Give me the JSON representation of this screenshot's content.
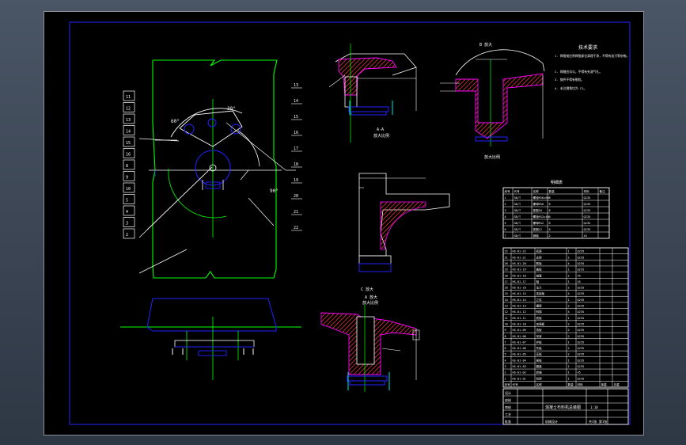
{
  "colors": {
    "background": "#000000",
    "frame": "#2222ff",
    "outline": "#ffffff",
    "green": "#00ff00",
    "cyan": "#00ffff",
    "magenta": "#ff00ff",
    "red": "#ff3333",
    "yellow": "#ffff00",
    "hatch": "#ff4040"
  },
  "angles": {
    "a60": "60°",
    "a30": "30°",
    "a90": "90°"
  },
  "left_numbers": [
    "11",
    "12",
    "13",
    "14",
    "15",
    "16",
    "8",
    "9",
    "10",
    "5",
    "4",
    "3",
    "2"
  ],
  "right_numbers": [
    "13",
    "14",
    "15",
    "16",
    "17",
    "18",
    "19",
    "20",
    "21",
    "22"
  ],
  "view_labels": {
    "section_top": "A-A",
    "section_top_sub": "放大比例",
    "section_top_right": "B 放大",
    "section_top_right_sub": "放大比例",
    "section_mid": "C 放大",
    "section_bottom": "A 放大",
    "section_bottom_sub": "放大比例"
  },
  "tech_requirements": {
    "title": "技术要求",
    "items": [
      "1. 焊接前应将焊接部位清理干净，不得有油污等杂物。",
      "2. 焊缝应均匀，不得有夹渣气孔。",
      "3. 铸件不得有裂纹。",
      "4. 未注倒角均为 C1。"
    ]
  },
  "parts_table": {
    "title": "明细表",
    "headers": [
      "序号",
      "代号",
      "名称",
      "数量",
      "材料",
      "备注"
    ],
    "rows": [
      [
        "1",
        "GB/T",
        "螺栓M16×60",
        "8",
        "Q235",
        ""
      ],
      [
        "2",
        "GB/T",
        "螺母M16",
        "8",
        "Q235",
        ""
      ],
      [
        "3",
        "GB/T",
        "垫圈16",
        "8",
        "Q235",
        ""
      ],
      [
        "4",
        "GB/T",
        "螺栓M12×40",
        "6",
        "Q235",
        ""
      ],
      [
        "5",
        "GB/T",
        "螺母M12",
        "6",
        "Q235",
        ""
      ],
      [
        "6",
        "GB/T",
        "垫圈12",
        "6",
        "Q235",
        ""
      ],
      [
        "7",
        "GB/T",
        "销轴",
        "2",
        "45",
        ""
      ]
    ]
  },
  "bom_table": {
    "rows": [
      [
        "22",
        "HS-01-22",
        "底座",
        "1",
        "Q235",
        "",
        ""
      ],
      [
        "21",
        "HS-01-21",
        "支架",
        "2",
        "Q235",
        "",
        ""
      ],
      [
        "20",
        "HS-01-20",
        "筋板",
        "4",
        "Q235",
        "",
        ""
      ],
      [
        "19",
        "HS-01-19",
        "盖板",
        "1",
        "Q235",
        "",
        ""
      ],
      [
        "18",
        "HS-01-18",
        "轴套",
        "2",
        "45",
        "",
        ""
      ],
      [
        "17",
        "HS-01-17",
        "轴",
        "1",
        "45",
        "",
        ""
      ],
      [
        "16",
        "HS-01-16",
        "法兰",
        "2",
        "Q235",
        "",
        ""
      ],
      [
        "15",
        "HS-01-15",
        "连接板",
        "4",
        "Q235",
        "",
        ""
      ],
      [
        "14",
        "HS-01-14",
        "立柱",
        "1",
        "Q235",
        "",
        ""
      ],
      [
        "13",
        "HS-01-13",
        "横梁",
        "2",
        "Q235",
        "",
        ""
      ],
      [
        "12",
        "HS-01-12",
        "斜撑",
        "4",
        "Q235",
        "",
        ""
      ],
      [
        "11",
        "HS-01-11",
        "底板",
        "1",
        "Q235",
        "",
        ""
      ],
      [
        "10",
        "HS-01-10",
        "加强板",
        "2",
        "Q235",
        "",
        ""
      ],
      [
        "9",
        "HS-01-09",
        "挡板",
        "2",
        "Q235",
        "",
        ""
      ],
      [
        "8",
        "HS-01-08",
        "吊耳",
        "2",
        "Q235",
        "",
        ""
      ],
      [
        "7",
        "HS-01-07",
        "护板",
        "1",
        "Q235",
        "",
        ""
      ],
      [
        "6",
        "HS-01-06",
        "托板",
        "2",
        "Q235",
        "",
        ""
      ],
      [
        "5",
        "HS-01-05",
        "压板",
        "2",
        "Q235",
        "",
        ""
      ],
      [
        "4",
        "HS-01-04",
        "座板",
        "1",
        "Q235",
        "",
        ""
      ],
      [
        "3",
        "HS-01-03",
        "圆盘",
        "1",
        "Q235",
        "",
        ""
      ],
      [
        "2",
        "HS-01-02",
        "转轴",
        "1",
        "45",
        "",
        ""
      ],
      [
        "1",
        "HS-01-01",
        "机架",
        "1",
        "Q235",
        "",
        ""
      ]
    ],
    "header": [
      "序号",
      "代号",
      "名称",
      "数量",
      "材料",
      "单重",
      "总重"
    ]
  },
  "title_block": {
    "drawing_name": "混凝土布料机总装图",
    "scale": "1:10",
    "sheet": "共1张 第1张",
    "labels": [
      "设计",
      "校核",
      "审核",
      "工艺",
      "批准"
    ],
    "company": "机械设计"
  }
}
